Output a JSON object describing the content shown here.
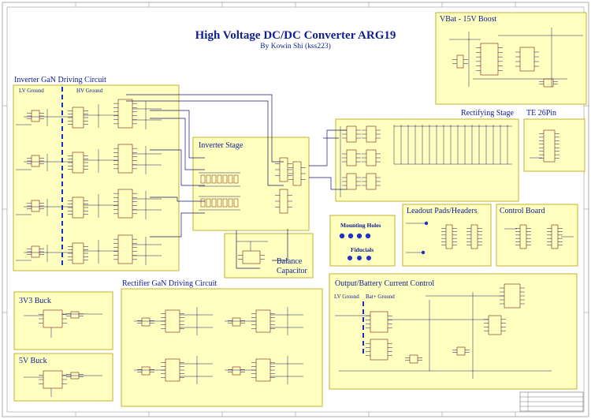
{
  "title": "High Voltage DC/DC Converter ARG19",
  "subtitle": "By Kowin Shi (kss223)",
  "blocks": {
    "inverter_driving": "Inverter GaN Driving Circuit",
    "lv_ground_left": "LV Ground",
    "hv_ground_left": "HV Ground",
    "inverter_stage": "Inverter Stage",
    "vbat_boost": "VBat - 15V Boost",
    "rectifying_stage": "Rectifying Stage",
    "te_26pin": "TE 26Pin",
    "leadout": "Leadout Pads/Headers",
    "control_board": "Control Board",
    "mounting_holes": "Mounting Holes",
    "fiducials": "Fiducials",
    "balance_cap_1": "Balance",
    "balance_cap_2": "Capacitor",
    "rectifier_driving": "Rectifier GaN Driving Circuit",
    "buck_3v3": "3V3 Buck",
    "buck_5v": "5V Buck",
    "output_control": "Output/Battery Current Control",
    "lv_ground_right": "LV Ground",
    "bat_ground": "Bat+ Ground"
  },
  "colors": {
    "panel_fill": "#ffffc0",
    "panel_border": "#b5a000",
    "wire": "#1a1a6e",
    "text": "#10208f",
    "component": "#7a1a1a",
    "dash": "#1030c0"
  }
}
